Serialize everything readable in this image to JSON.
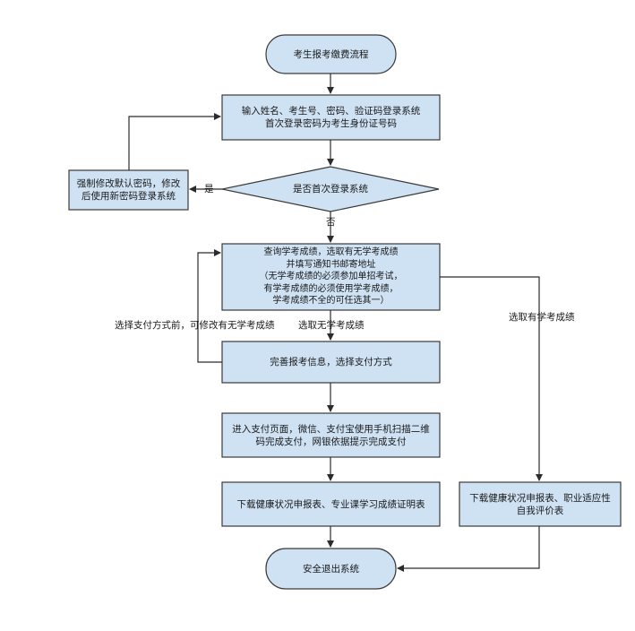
{
  "diagram": {
    "start": "考生报考缴费流程",
    "login": {
      "line1": "输入姓名、考生号、密码、验证码登录系统",
      "line2": "首次登录密码为考生身份证号码"
    },
    "first_login_decision": "是否首次登录系统",
    "force_change_pw": {
      "line1": "强制修改默认密码，修改",
      "line2": "后使用新密码登录系统"
    },
    "yes_label": "是",
    "no_label": "否",
    "query_scores": {
      "line1": "查询学考成绩，选取有无学考成绩",
      "line2": "并填写通知书邮寄地址",
      "line3": "（无学考成绩的必须参加单招考试，",
      "line4": "有学考成绩的必须使用学考成绩，",
      "line5": "学考成绩不全的可任选其一）"
    },
    "label_before_payment": "选择支付方式前，可修改有无学考成绩",
    "label_no_scores": "选取无学考成绩",
    "label_has_scores": "选取有学考成绩",
    "complete_info": "完善报考信息，选择支付方式",
    "payment": {
      "line1": "进入支付页面，微信、支付宝使用手机扫描二维",
      "line2": "码完成支付，网银依据提示完成支付"
    },
    "download_left": "下载健康状况申报表、专业课学习成绩证明表",
    "download_right": {
      "line1": "下载健康状况申报表、职业适应性",
      "line2": "自我评价表"
    },
    "end": "安全退出系统"
  }
}
